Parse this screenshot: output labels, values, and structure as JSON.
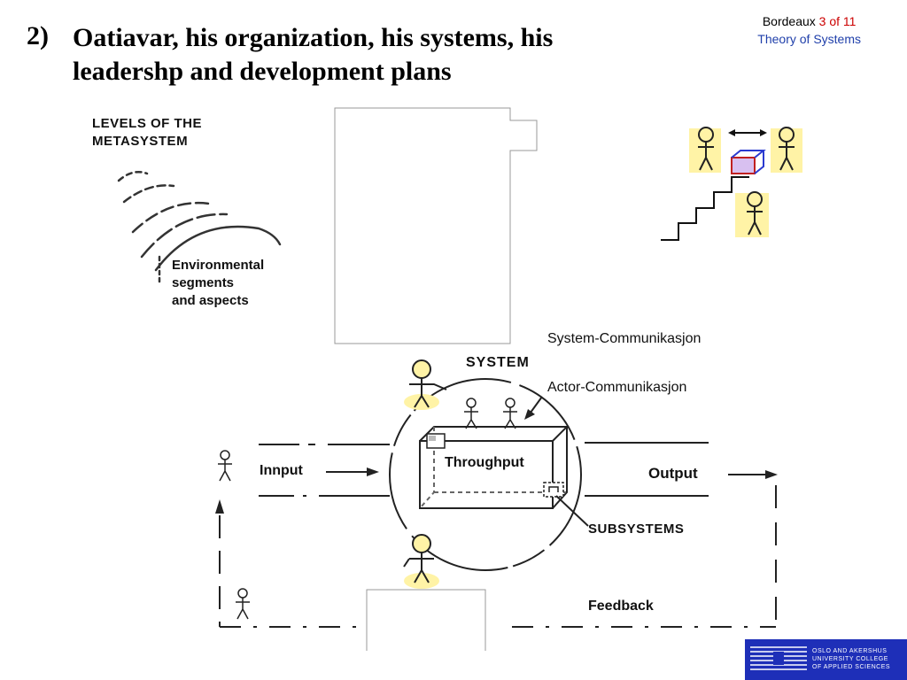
{
  "slide": {
    "number": "2)",
    "title": "Oatiavar, his organization, his systems, his leadershp and development plans"
  },
  "header": {
    "location": "Bordeaux",
    "page": "3 of 11",
    "subject": "Theory of Systems"
  },
  "diagram_left": {
    "levels_title_1": "LEVELS OF THE",
    "levels_title_2": "METASYSTEM",
    "env_1": "Environmental",
    "env_2": "segments",
    "env_3": "and aspects"
  },
  "diagram_main": {
    "system_comm": "System-Communikasjon",
    "system": "SYSTEM",
    "actor_comm": "Actor-Communikasjon",
    "throughput": "Throughput",
    "input": "Innput",
    "output": "Output",
    "subsystems": "SUBSYSTEMS",
    "feedback": "Feedback"
  },
  "logo": {
    "line1": "OSLO AND AKERSHUS",
    "line2": "UNIVERSITY COLLEGE",
    "line3": "OF APPLIED SCIENCES"
  },
  "colors": {
    "accent_red": "#cc0000",
    "accent_blue": "#1f3faa",
    "logo_blue": "#1e2fb8",
    "figure_highlight": "#fff3a6"
  }
}
